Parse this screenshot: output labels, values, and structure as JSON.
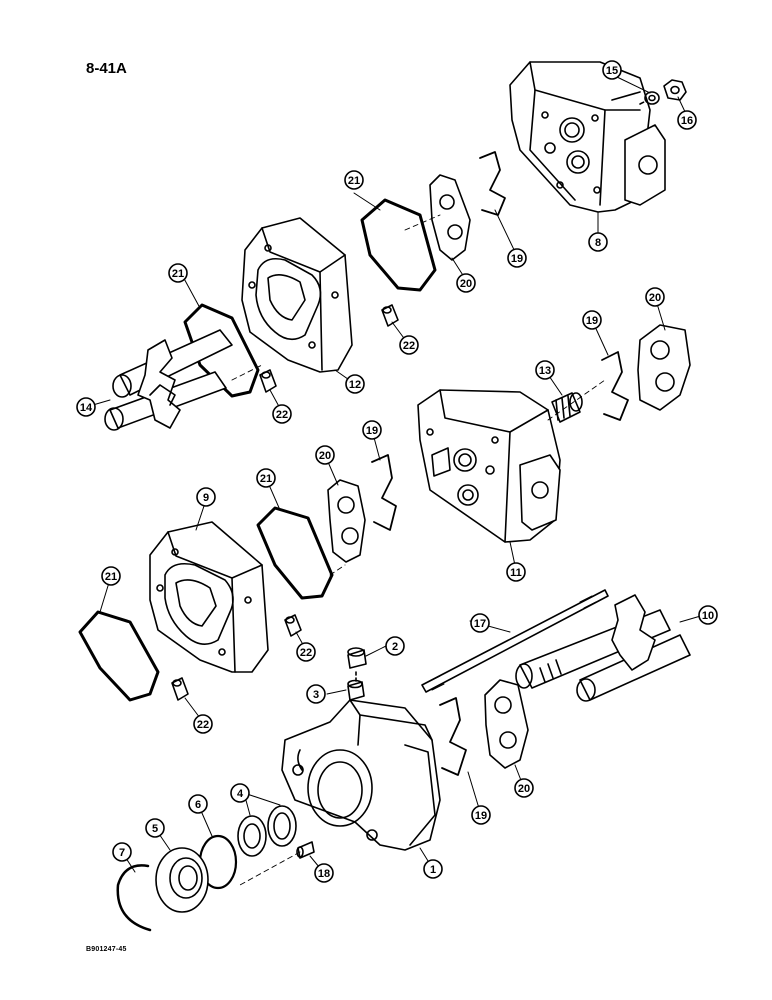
{
  "figure_id": "8-41A",
  "drawing_code": "B901247-45",
  "callouts": [
    "1",
    "2",
    "3",
    "4",
    "5",
    "6",
    "7",
    "8",
    "9",
    "10",
    "11",
    "12",
    "13",
    "14",
    "15",
    "16",
    "17",
    "18",
    "19",
    "20",
    "21",
    "22"
  ],
  "line_color": "#000000",
  "background": "#ffffff"
}
